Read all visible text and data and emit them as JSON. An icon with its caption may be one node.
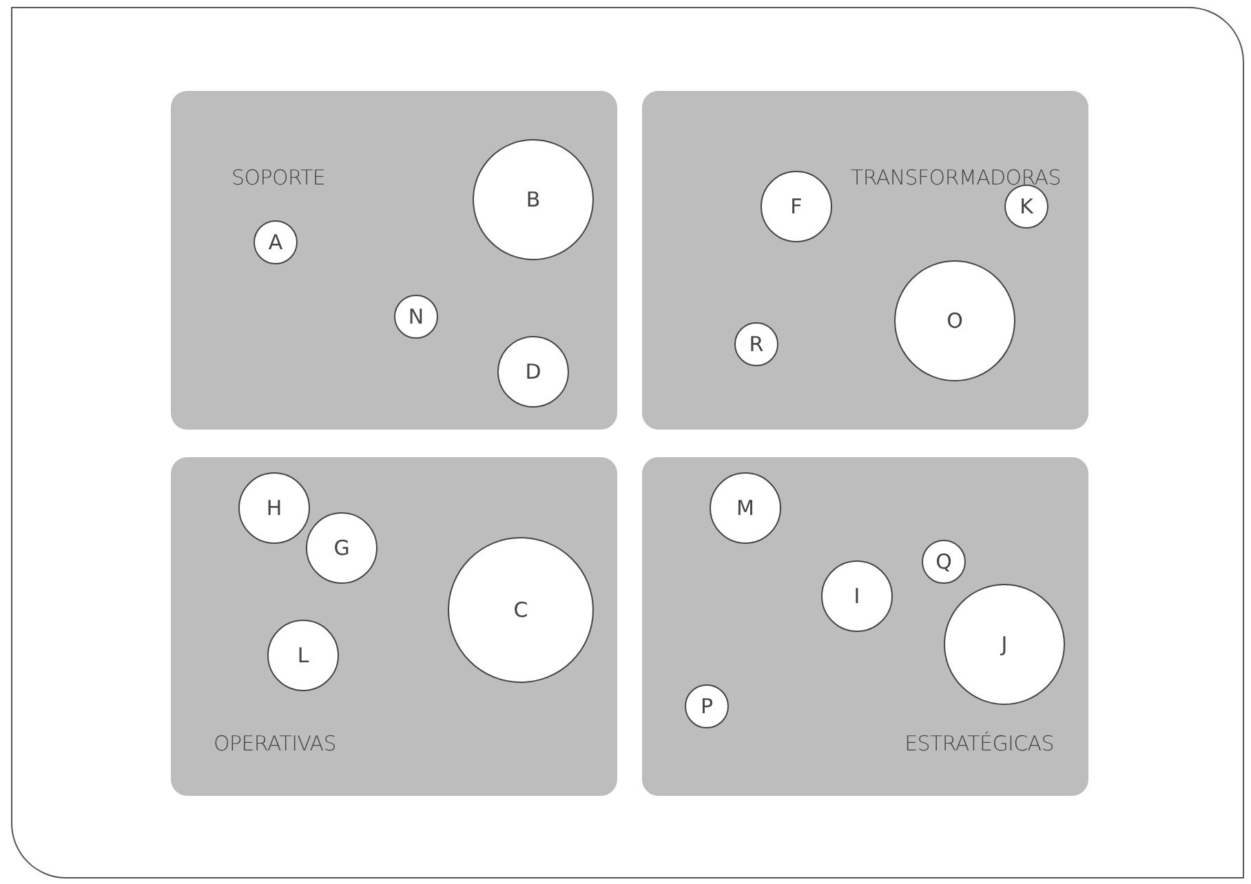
{
  "diagram": {
    "nodes": [
      {
        "text": [
          "SOPORTE"
        ]
      },
      {
        "text": [
          "A"
        ],
        "in": 0
      },
      {
        "text": [
          "B"
        ],
        "in": 0
      },
      {
        "text": [
          "N"
        ],
        "in": 0
      },
      {
        "text": [
          "D"
        ],
        "in": 0
      },
      {
        "text": [
          "TRANSFORMADORAS"
        ]
      },
      {
        "text": [
          "F"
        ],
        "in": 5
      },
      {
        "text": [
          "K"
        ],
        "in": 5
      },
      {
        "text": [
          "R"
        ],
        "in": 5
      },
      {
        "text": [
          "O"
        ],
        "in": 5
      },
      {
        "text": [
          "OPERATIVAS"
        ]
      },
      {
        "text": [
          "H"
        ],
        "in": 10
      },
      {
        "text": [
          "G"
        ],
        "in": 10
      },
      {
        "text": [
          "L"
        ],
        "in": 10
      },
      {
        "text": [
          "C"
        ],
        "in": 10
      },
      {
        "text": [
          "ESTRATÉGICAS"
        ]
      },
      {
        "text": [
          "M"
        ],
        "in": 15
      },
      {
        "text": [
          "I"
        ],
        "in": 15
      },
      {
        "text": [
          "Q"
        ],
        "in": 15
      },
      {
        "text": [
          "J"
        ],
        "in": 15
      },
      {
        "text": [
          "P"
        ],
        "in": 15
      }
    ]
  }
}
